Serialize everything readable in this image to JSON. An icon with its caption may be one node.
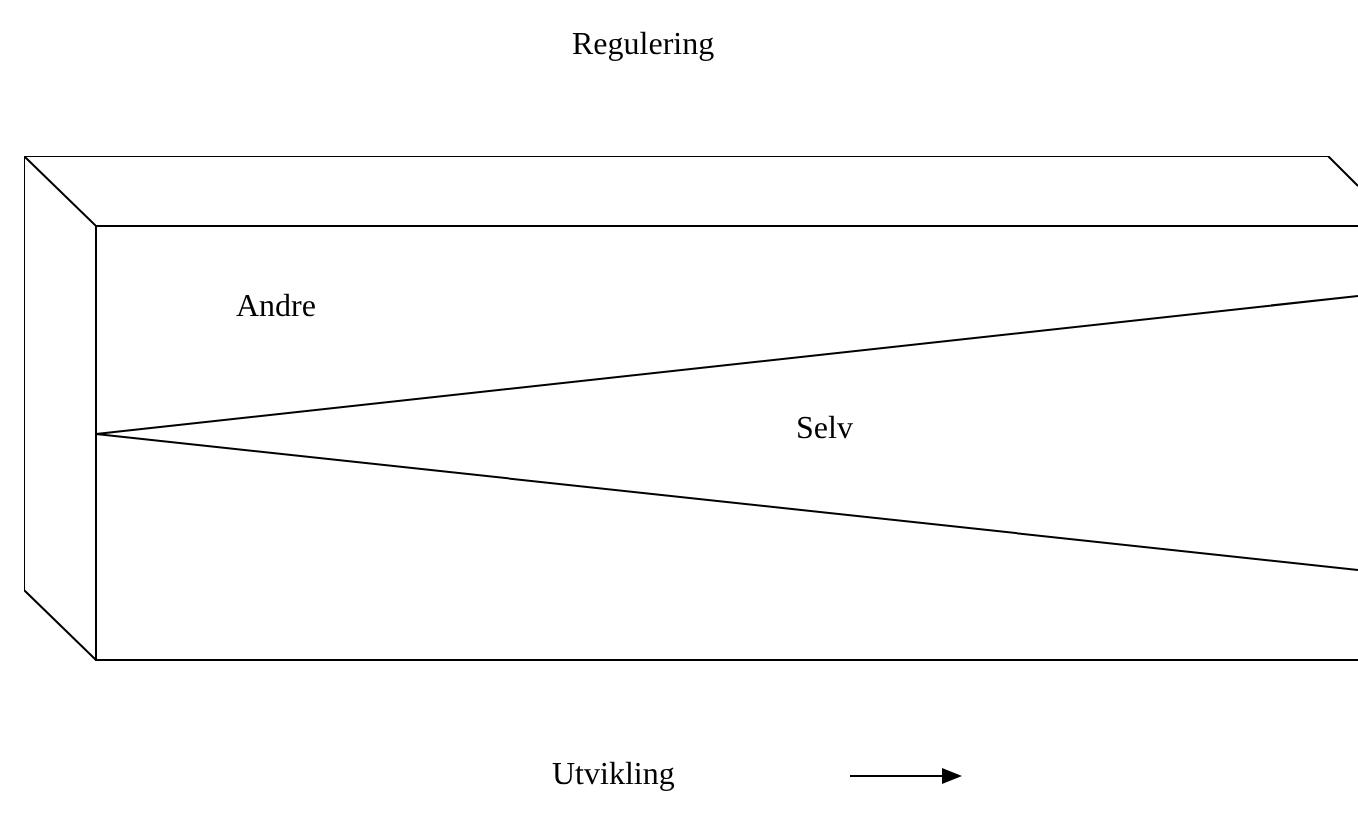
{
  "diagram": {
    "labels": [
      "Regulering",
      "Andre",
      "Selv",
      "Utvikling"
    ]
  }
}
